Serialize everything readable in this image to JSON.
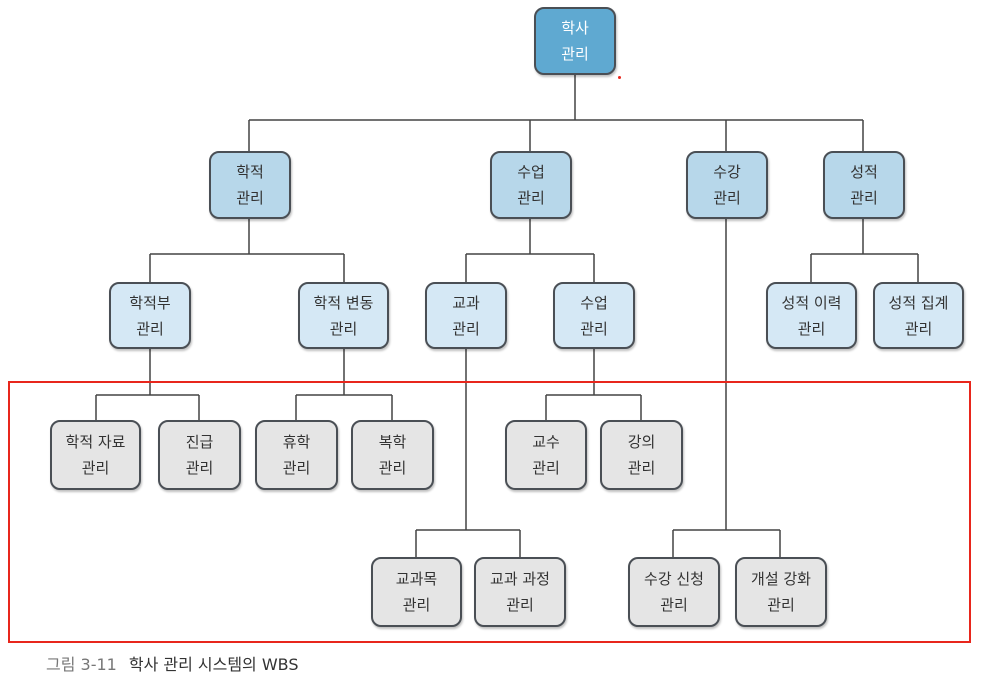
{
  "root": {
    "line1": "학사",
    "line2": "관리"
  },
  "level1": [
    {
      "line1": "학적",
      "line2": "관리"
    },
    {
      "line1": "수업",
      "line2": "관리"
    },
    {
      "line1": "수강",
      "line2": "관리"
    },
    {
      "line1": "성적",
      "line2": "관리"
    }
  ],
  "level2": [
    {
      "line1": "학적부",
      "line2": "관리"
    },
    {
      "line1": "학적 변동",
      "line2": "관리"
    },
    {
      "line1": "교과",
      "line2": "관리"
    },
    {
      "line1": "수업",
      "line2": "관리"
    },
    {
      "line1": "성적 이력",
      "line2": "관리"
    },
    {
      "line1": "성적 집계",
      "line2": "관리"
    }
  ],
  "level3": [
    {
      "line1": "학적 자료",
      "line2": "관리"
    },
    {
      "line1": "진급",
      "line2": "관리"
    },
    {
      "line1": "휴학",
      "line2": "관리"
    },
    {
      "line1": "복학",
      "line2": "관리"
    },
    {
      "line1": "교수",
      "line2": "관리"
    },
    {
      "line1": "강의",
      "line2": "관리"
    },
    {
      "line1": "교과목",
      "line2": "관리"
    },
    {
      "line1": "교과 과정",
      "line2": "관리"
    },
    {
      "line1": "수강 신청",
      "line2": "관리"
    },
    {
      "line1": "개설 강화",
      "line2": "관리"
    }
  ],
  "caption": {
    "number": "그림 3-11",
    "title": "학사 관리 시스템의 WBS"
  },
  "colors": {
    "root": "#5fa9d1",
    "level1": "#b7d7ea",
    "level2": "#d5e8f5",
    "leaf": "#e5e5e5",
    "highlight": "#e8261c"
  }
}
